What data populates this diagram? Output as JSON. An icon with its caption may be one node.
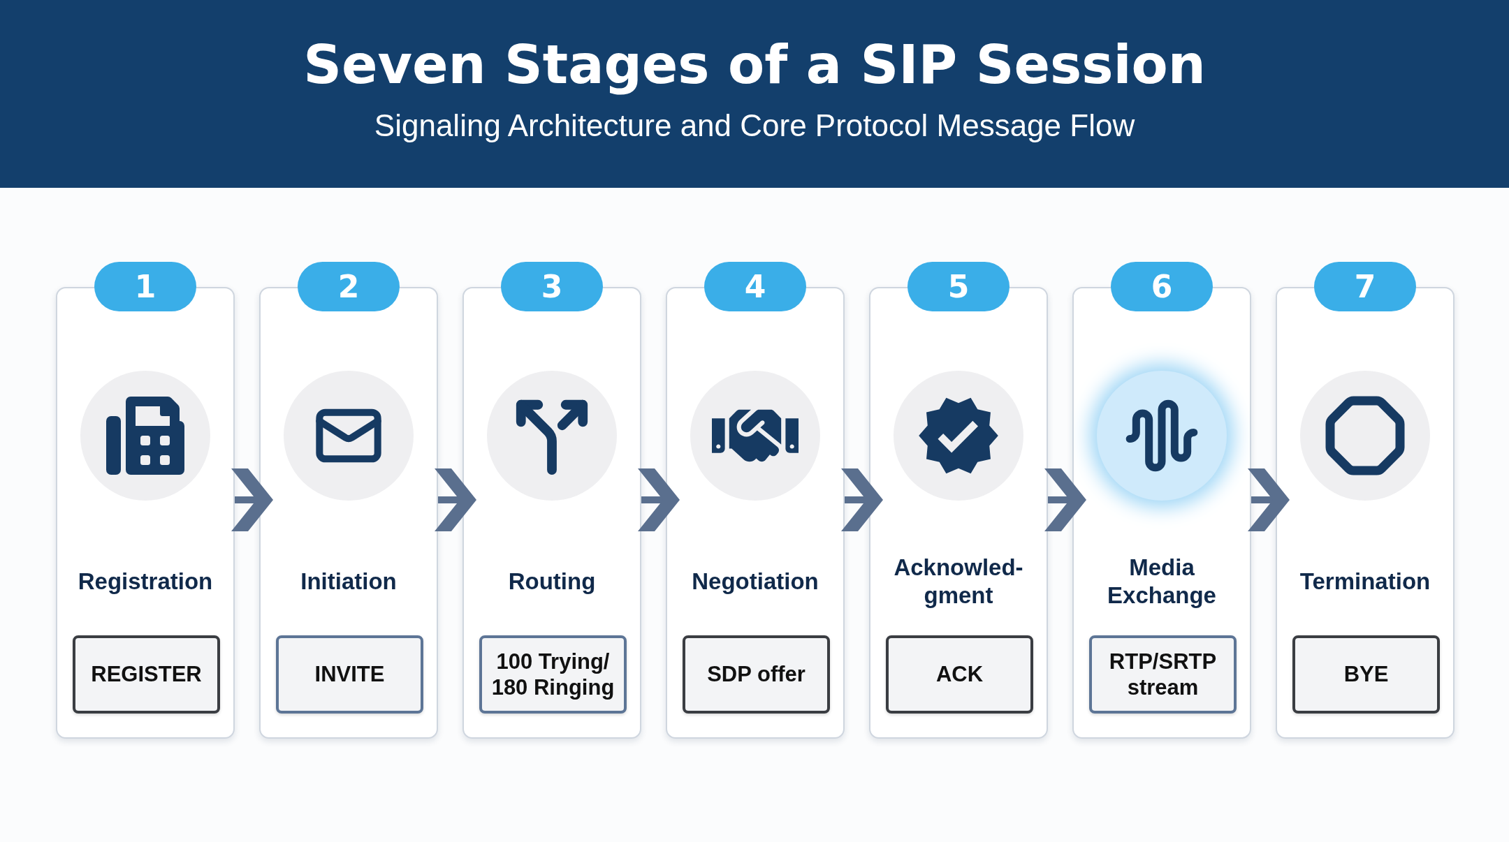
{
  "diagram": {
    "title": "Seven Stages of a SIP Session",
    "caption": "Signaling Architecture and Core Protocol Message Flow",
    "nodes": [
      {
        "text": [
          "1",
          "Registration"
        ]
      },
      {
        "text": [
          "REGISTER"
        ],
        "in": 0
      },
      {
        "text": [
          "2",
          "Initiation"
        ]
      },
      {
        "text": [
          "INVITE"
        ],
        "in": 2
      },
      {
        "text": [
          "3",
          "Routing"
        ]
      },
      {
        "text": [
          "100 Trying/ 180 Ringing"
        ],
        "in": 4
      },
      {
        "text": [
          "4",
          "Negotiation"
        ]
      },
      {
        "text": [
          "SDP offer"
        ],
        "in": 6
      },
      {
        "text": [
          "5",
          "Acknowled-gment"
        ]
      },
      {
        "text": [
          "ACK"
        ],
        "in": 8
      },
      {
        "text": [
          "6",
          "Media Exchange"
        ]
      },
      {
        "text": [
          "RTP/SRTP stream"
        ],
        "in": 10
      },
      {
        "text": [
          "7",
          "Termination"
        ]
      },
      {
        "text": [
          "BYE"
        ],
        "in": 12
      }
    ],
    "edges": [
      {
        "from": 0,
        "to": 2,
        "arrow": "to"
      },
      {
        "from": 2,
        "to": 4,
        "arrow": "to"
      },
      {
        "from": 4,
        "to": 6,
        "arrow": "to"
      },
      {
        "from": 6,
        "to": 8,
        "arrow": "to"
      },
      {
        "from": 8,
        "to": 10,
        "arrow": "to"
      },
      {
        "from": 10,
        "to": 12,
        "arrow": "to"
      }
    ]
  }
}
